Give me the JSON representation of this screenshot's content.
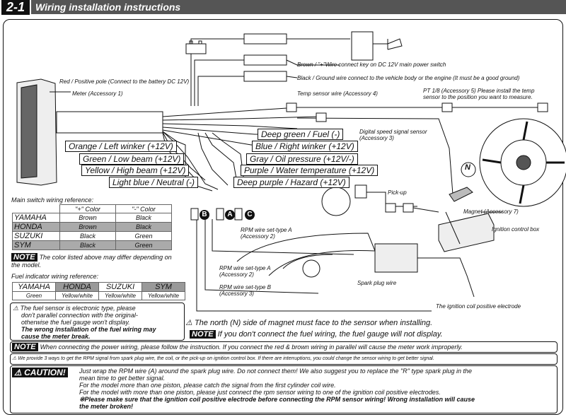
{
  "header": {
    "number": "2-1",
    "title": "Wiring installation instructions"
  },
  "top_labels": {
    "brown_wire": "Brown / \"+\"Wire connect key on DC 12V main power switch",
    "black_wire": "Black / Ground wire connect to the vehicle body or the engine (It must be a good ground)",
    "red_wire": "Red / Positive pole (Connect to the battery DC 12V)",
    "meter": "Meter (Accessory 1)",
    "temp_sensor": "Temp sensor wire (Accessory 4)",
    "pt_sensor": "PT 1/8 (Accessory 5) Please install the temp sensor to the position you want to measure.",
    "speed_sensor": "Digital speed signal sensor (Accessory 3)",
    "pickup": "Pick-up",
    "magnet": "Magnet (Accessory 7)",
    "ignition_box": "Ignition control box",
    "rpm_a_top": "RPM wire set-type A (Accessory 2)",
    "rpm_a": "RPM wire set-type A (Accessory 2)",
    "rpm_b": "RPM wire set-type B (Accessory 3)",
    "spark_plug": "Spark plug wire",
    "coil_electrode": "The ignition coil positive electrode"
  },
  "wire_labels_right": [
    "Deep green / Fuel (-)",
    "Blue / Right winker (+12V)",
    "Gray / Oil pressure (+12V/-)",
    "Purple / Water temperature (+12V)",
    "Deep purple / Hazard (+12V)"
  ],
  "wire_labels_left": [
    "Orange / Left winker (+12V)",
    "Green / Low beam (+12V)",
    "Yellow / High beam (+12V)",
    "Light blue / Neutral (-)"
  ],
  "connectors": {
    "b": "B",
    "a": "A",
    "c": "C"
  },
  "main_switch": {
    "title": "Main switch wiring reference:",
    "col_plus": "\"+\" Color",
    "col_minus": "\"-\" Color",
    "rows": [
      {
        "brand": "YAMAHA",
        "plus": "Brown",
        "minus": "Black"
      },
      {
        "brand": "HONDA",
        "plus": "Brown",
        "minus": "Black"
      },
      {
        "brand": "SUZUKI",
        "plus": "Black",
        "minus": "Green"
      },
      {
        "brand": "SYM",
        "plus": "Black",
        "minus": "Green"
      }
    ],
    "note_tag": "NOTE",
    "note": "The color listed above may differ depending on the model."
  },
  "fuel": {
    "title": "Fuel indicator wiring reference:",
    "brands": [
      "YAMAHA",
      "HONDA",
      "SUZUKI",
      "SYM"
    ],
    "values": [
      "Green",
      "Yellow/white",
      "Yellow/white",
      "Yellow/white"
    ],
    "warn1": "The fuel sensor is electronic type, please",
    "warn2": "don't parallel connection with the original-",
    "warn3": "otherwise the fuel gauge won't display.",
    "warn4": "The wrong installation of the fuel wiring may",
    "warn5": "cause the meter break."
  },
  "magnet_note": "The north (N) side of magnet must face to the sensor when installing.",
  "fuel_note_tag": "NOTE",
  "fuel_note": "If you don't connect the fuel wiring, the fuel gauge will not display.",
  "power_note_tag": "NOTE",
  "power_note": "When connecting the power wiring, please follow the instruction. If you connect the red & brown wiring in parallel will cause the meter work improperly.",
  "rpm_note": "We provide 3 ways to get the RPM signal from spark plug wire, the coil, or the pick-up on ignition control box. If there are interruptions, you could change the sensor wiring to get better signal.",
  "caution": {
    "tag": "CAUTION!",
    "line1": "Just wrap the RPM wire (A) around the spark plug wire. Do not connect them! We also suggest you to replace the \"R\" type spark plug in the",
    "line2": "mean time to get better signal.",
    "line3": "For the model more than one piston, please catch the signal from the first cylinder coil wire.",
    "line4": "For the model with more than one piston, please just connect the rpm sensor wiring to one of the ignition coil positive electrodes.",
    "line5": "※Please make sure that the ignition coil positive electrode before connecting the RPM sensor wiring! Wrong installation will cause",
    "line6": "the meter broken!"
  },
  "magnet_letter": "N"
}
